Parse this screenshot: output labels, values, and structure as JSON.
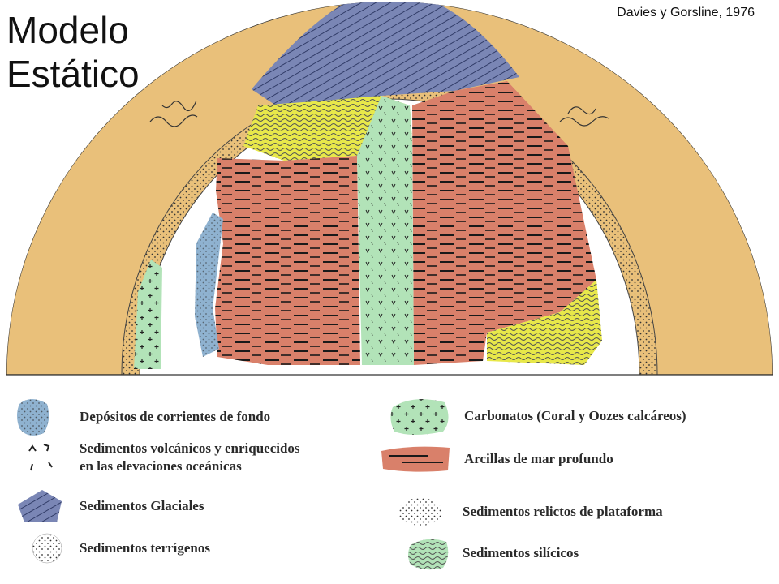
{
  "title": {
    "line1": "Modelo",
    "line2": "Estático"
  },
  "citation": "Davies y Gorsline, 1976",
  "colors": {
    "terrigenous_border": "#e9c07a",
    "bottom_current": "#8fb2d0",
    "glacial": "#7a86b5",
    "silicic": "#e8e84a",
    "carbonate": "#b2e3b8",
    "deep_clay": "#d9806a",
    "relict_shelf": "#ffffff"
  },
  "legend": {
    "bottom_current": "Depósitos de corrientes de fondo",
    "volcanic_line1": "Sedimentos volcánicos y  enriquecidos",
    "volcanic_line2": "en las elevaciones oceánicas",
    "glacial": "Sedimentos Glaciales",
    "terrigenous": "Sedimentos terrígenos",
    "carbonate": "Carbonatos  (Coral y Oozes calcáreos)",
    "deep_clay": "Arcillas de mar profundo",
    "relict_shelf": "Sedimentos relictos de plataforma",
    "silicic": "Sedimentos silícicos"
  }
}
